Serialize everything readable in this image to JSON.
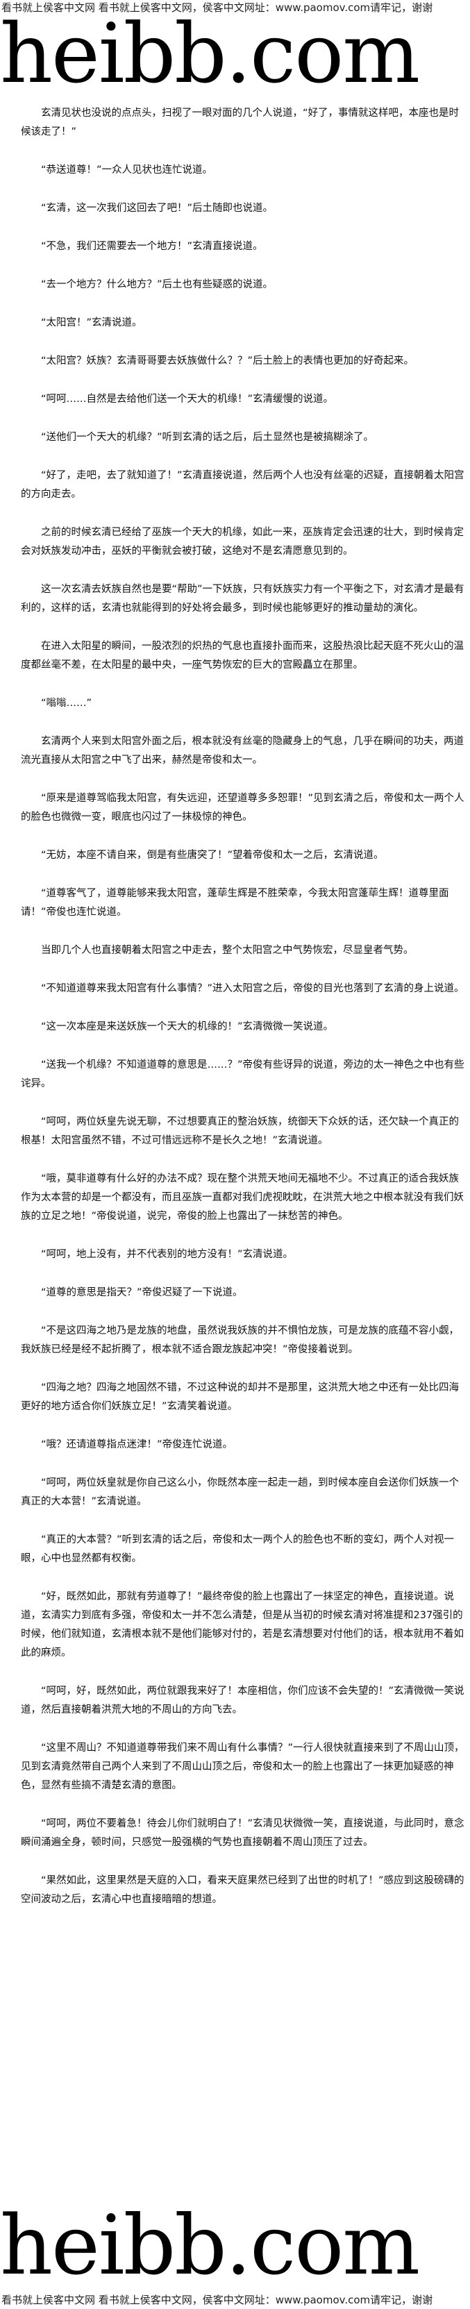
{
  "header_banner": "看书就上侯客中文网 看书就上侯客中文网，侯客中文网址：www.paomov.com请牢记，谢谢",
  "footer_banner": "看书就上侯客中文网 看书就上侯客中文网，侯客中文网址：www.paomov.com请牢记，谢谢",
  "logo_text": "heibb.com",
  "paragraphs": [
    "玄清见状也没说的点点头，扫视了一眼对面的几个人说道，“好了，事情就这样吧，本座也是时候该走了！”",
    "“恭送道尊！”一众人见状也连忙说道。",
    "“玄清，这一次我们这回去了吧！”后土随即也说道。",
    "“不急，我们还需要去一个地方！”玄清直接说道。",
    "“去一个地方？什么地方？”后土也有些疑惑的说道。",
    "“太阳宫！”玄清说道。",
    "“太阳宫？妖族？玄清哥哥要去妖族做什么？？”后土脸上的表情也更加的好奇起来。",
    "“呵呵……自然是去给他们送一个天大的机缘！”玄清缓慢的说道。",
    "“送他们一个天大的机缘？”听到玄清的话之后，后土显然也是被搞糊涂了。",
    "“好了，走吧，去了就知道了！”玄清直接说道，然后两个人也没有丝毫的迟疑，直接朝着太阳宫的方向走去。",
    "之前的时候玄清已经给了巫族一个天大的机缘，如此一来，巫族肯定会迅速的壮大，到时候肯定会对妖族发动冲击，巫妖的平衡就会被打破，这绝对不是玄清愿意见到的。",
    "这一次玄清去妖族自然也是要“帮助”一下妖族，只有妖族实力有一个平衡之下，对玄清才是最有利的，这样的话，玄清也就能得到的好处将会最多，到时候也能够更好的推动量劫的演化。",
    "在进入太阳星的瞬间，一股浓烈的炽热的气息也直接扑面而来，这股热浪比起天庭不死火山的温度都丝毫不差，在太阳星的最中央，一座气势恢宏的巨大的宫殿矗立在那里。",
    "“嗡嗡……”",
    "玄清两个人来到太阳宫外面之后，根本就没有丝毫的隐藏身上的气息，几乎在瞬间的功夫，两道流光直接从太阳宫之中飞了出来，赫然是帝俊和太一。",
    "“原来是道尊驾临我太阳宫，有失远迎，还望道尊多多恕罪！”见到玄清之后，帝俊和太一两个人的脸色也微微一变，眼底也闪过了一抹极惊的神色。",
    "“无妨，本座不请自来，倒是有些唐突了！”望着帝俊和太一之后，玄清说道。",
    "“道尊客气了，道尊能够来我太阳宫，蓬荜生辉是不胜荣幸，今我太阳宫蓬荜生辉！道尊里面请！”帝俊也连忙说道。",
    "当即几个人也直接朝着太阳宫之中走去，整个太阳宫之中气势恢宏，尽显皇者气势。",
    "“不知道道尊来我太阳宫有什么事情？”进入太阳宫之后，帝俊的目光也落到了玄清的身上说道。",
    "“这一次本座是来送妖族一个天大的机缘的！”玄清微微一笑说道。",
    "“送我一个机缘？不知道道尊的意思是……？”帝俊有些讶异的说道，旁边的太一神色之中也有些诧异。",
    "“呵呵，两位妖皇先说无聊，不过想要真正的整治妖族，统御天下众妖的话，还欠缺一个真正的根基！太阳宫虽然不错，不过可惜远远称不是长久之地！”玄清说道。",
    "“哦，莫非道尊有什么好的办法不成？现在整个洪荒天地间无福地不少。不过真正的适合我妖族作为太本营的却是一个都没有，而且巫族一直都对我们虎视眈眈，在洪荒大地之中根本就没有我们妖族的立足之地！”帝俊说道，说完，帝俊的脸上也露出了一抹愁苦的神色。",
    "“呵呵，地上没有，并不代表别的地方没有！”玄清说道。",
    "“道尊的意思是指天？”帝俊迟疑了一下说道。",
    "“不是这四海之地乃是龙族的地盘，虽然说我妖族的并不惧怕龙族，可是龙族的底蕴不容小觑，我妖族已经是经不起折腾了，根本就不适合跟龙族起冲突！”帝俊接着说到。",
    "“四海之地？四海之地固然不错，不过这种说的却并不是那里，这洪荒大地之中还有一处比四海更好的地方适合你们妖族立足！”玄清笑着说道。",
    "“哦？还请道尊指点迷津！”帝俊连忙说道。",
    "“呵呵，两位妖皇就是你自己这么小，你既然本座一起走一趟，到时候本座自会送你们妖族一个真正的大本营！”玄清说道。",
    "“真正的大本营？”听到玄清的话之后，帝俊和太一两个人的脸色也不断的变幻，两个人对视一眼，心中也显然都有权衡。",
    "“好，既然如此，那就有劳道尊了！”最终帝俊的脸上也露出了一抹坚定的神色，直接说道。说道，玄清实力到底有多强，帝俊和太一并不怎么清楚，但是从当初的时候玄清对将准提和237强引的时候，他们就知道，玄清根本就不是他们能够对付的，若是玄清想要对付他们的话，根本就用不着如此的麻烦。",
    "“呵呵，好，既然如此，两位就跟我来好了！本座相信，你们应该不会失望的！”玄清微微一笑说道，然后直接朝着洪荒大地的不周山的方向飞去。",
    "“这里不周山？不知道道尊带我们来不周山有什么事情？”一行人很快就直接来到了不周山山顶，见到玄清竟然带自己两个人来到了不周山山顶之后，帝俊和太一的脸上也露出了一抹更加疑惑的神色，显然有些搞不清楚玄清的意图。",
    "“呵呵，两位不要着急！待会儿你们就明白了！”玄清见状微微一笑，直接说道，与此同时，意念瞬间涌遍全身，顿时间，只感觉一股强横的气势也直接朝着不周山顶压了过去。",
    "“果然如此，这里果然是天庭的入口，看来天庭果然已经到了出世的时机了！”感应到这股磅礴的空间波动之后，玄清心中也直接暗暗的想道。"
  ]
}
